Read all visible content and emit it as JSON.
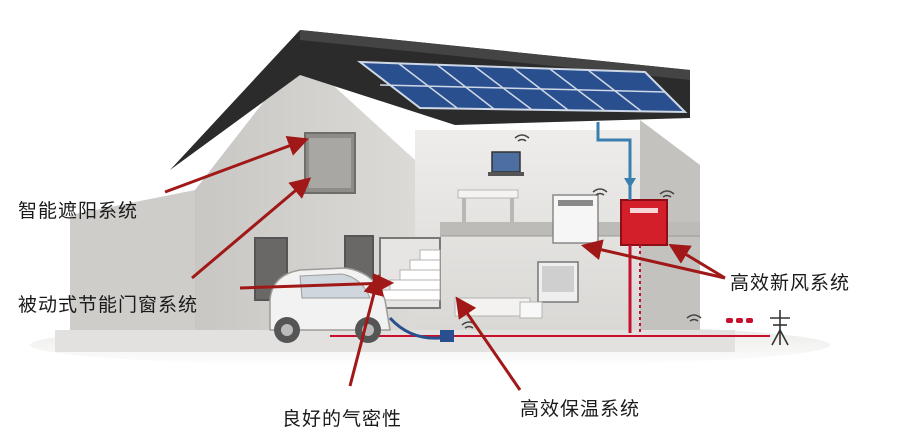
{
  "labels": {
    "smart_shading": "智能遮阳系统",
    "passive_windows": "被动式节能门窗系统",
    "airtightness": "良好的气密性",
    "insulation": "高效保温系统",
    "ventilation": "高效新风系统"
  },
  "colors": {
    "roof": "#2b2b2b",
    "wall": "#d8d6d3",
    "solar_panel": "#2a4f8f",
    "duct_blue": "#3a7fb0",
    "duct_red": "#c8102e",
    "arrow": "#a01818",
    "ventilation_unit": "#d31f2a"
  }
}
